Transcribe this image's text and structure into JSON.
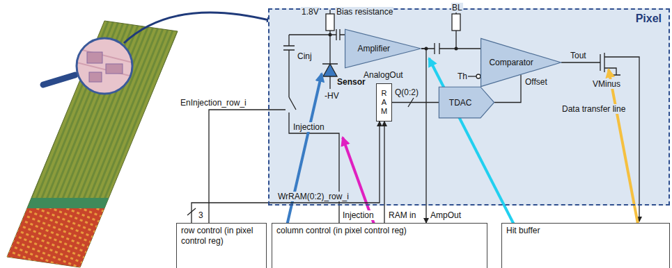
{
  "diagram": {
    "nodes": [
      {
        "text": [
          "Pixel"
        ]
      },
      {
        "text": [
          "Amplifier"
        ],
        "in": 0
      },
      {
        "text": [
          "Comparator"
        ],
        "in": 0
      },
      {
        "text": [
          "R A M"
        ],
        "in": 0
      },
      {
        "text": [
          "TDAC"
        ],
        "in": 0
      },
      {
        "text": [
          "row control (in pixel control reg)"
        ]
      },
      {
        "text": [
          "column control (in pixel control reg)"
        ]
      },
      {
        "text": [
          "Hit buffer"
        ]
      }
    ],
    "edges": [
      {
        "from": 1,
        "to": 2,
        "arrow": "none"
      },
      {
        "from": 3,
        "to": 4,
        "arrow": "none"
      },
      {
        "from": 4,
        "to": 2,
        "arrow": "none"
      },
      {
        "from": 6,
        "to": 3,
        "arrow": "to"
      },
      {
        "from": 5,
        "to": 3,
        "arrow": "to"
      },
      {
        "from": 1,
        "to": 6,
        "arrow": "to"
      }
    ],
    "labels": [
      "1.8V",
      "Bias resistance",
      "BL",
      "Cinj",
      "Sensor",
      "-HV",
      "AnalogOut",
      "Th",
      "Tout",
      "Offset",
      "VMinus",
      "Q(0:2)",
      "EnInjection_row_i",
      "Injection",
      "Data transfer line",
      "WrRAM(0:2)_row_i",
      "3",
      "Injection",
      "RAM in",
      "AmpOut"
    ]
  }
}
